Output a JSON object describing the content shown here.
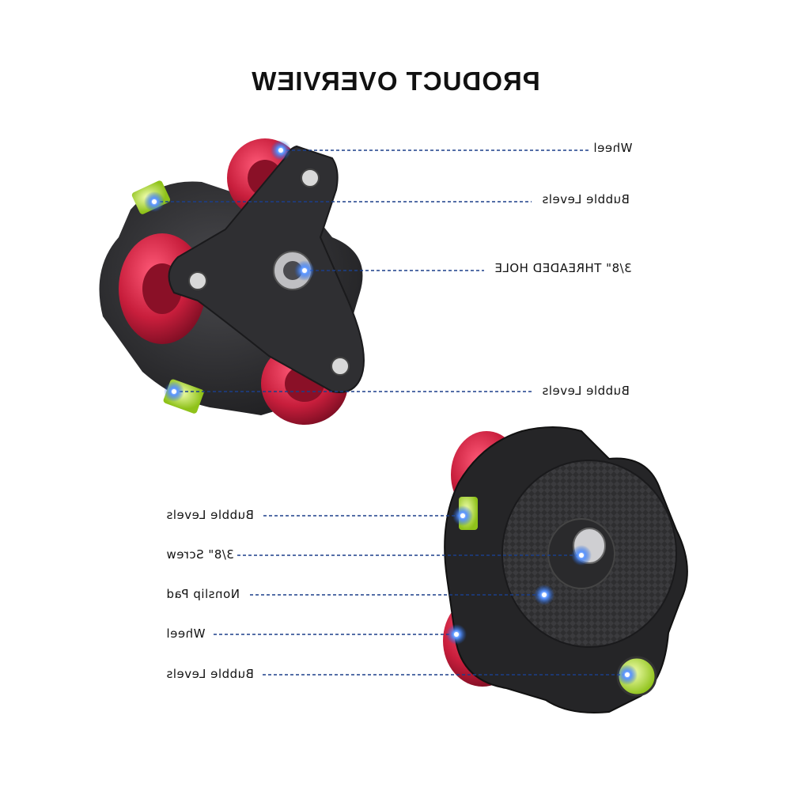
{
  "title": "PRODUCT OVERVIEW",
  "labels_top": {
    "wheel": "Wheel",
    "bubble_levels_1": "Bubble Levels",
    "threaded_hole": "3/8\" THREADED HOLE",
    "bubble_levels_2": "Bubble Levels"
  },
  "labels_bottom": {
    "bubble_levels_1": "Bubble Levels",
    "screw": "3/8\" Screw",
    "nonslip_pad": "Nonslip Pad",
    "wheel": "Wheel",
    "bubble_levels_2": "Bubble Levels"
  },
  "colors": {
    "wheel_red": "#c81e3c",
    "body_dark": "#2b2b2d",
    "marker_blue": "#1f5fd6",
    "leader_line": "#1b3f8a",
    "bubble_green": "#b8e04a"
  }
}
